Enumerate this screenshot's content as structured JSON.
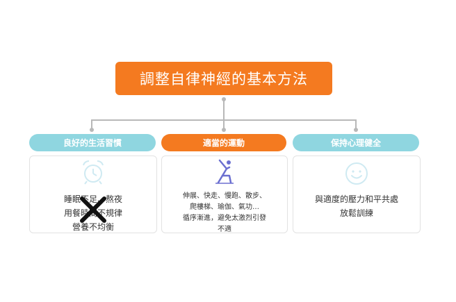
{
  "title": "調整自律神經的基本方法",
  "columns": [
    {
      "heading": "良好的生活習慣",
      "icon": "alarm-clock-icon",
      "text": "睡眠不足、熬夜\n用餐時間不規律\n營養不均衡",
      "overlay": "cross-mark-icon"
    },
    {
      "heading": "適當的運動",
      "icon": "stretching-person-icon",
      "text": "伸展、快走、慢跑、散步、\n爬樓梯、瑜伽、氣功…\n循序漸進，避免太激烈引發\n不適"
    },
    {
      "heading": "保持心理健全",
      "icon": "smiley-face-icon",
      "text": "與適度的壓力和平共處\n放鬆訓練"
    }
  ],
  "colors": {
    "accent_orange": "#f47a20",
    "pill_blue": "#8fd6e0",
    "connector_gray": "#b8b8b8",
    "icon_light_blue": "#cfeaf2",
    "icon_purple": "#6b6fd0"
  }
}
